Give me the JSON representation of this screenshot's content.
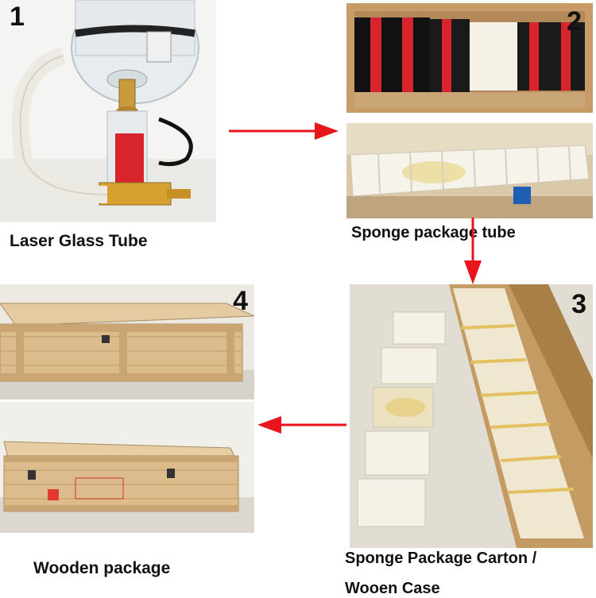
{
  "steps": [
    {
      "number": "1",
      "caption": "Laser Glass Tube"
    },
    {
      "number": "2",
      "caption": "Sponge package tube"
    },
    {
      "number": "3",
      "caption_line1": "Sponge Package Carton /",
      "caption_line2": "Wooen Case"
    },
    {
      "number": "4",
      "caption": "Wooden package"
    }
  ],
  "colors": {
    "arrow": "#e8151b",
    "wood": "#d9b989",
    "sponge": "#f3efe4",
    "tube_band": "#d8242c"
  }
}
